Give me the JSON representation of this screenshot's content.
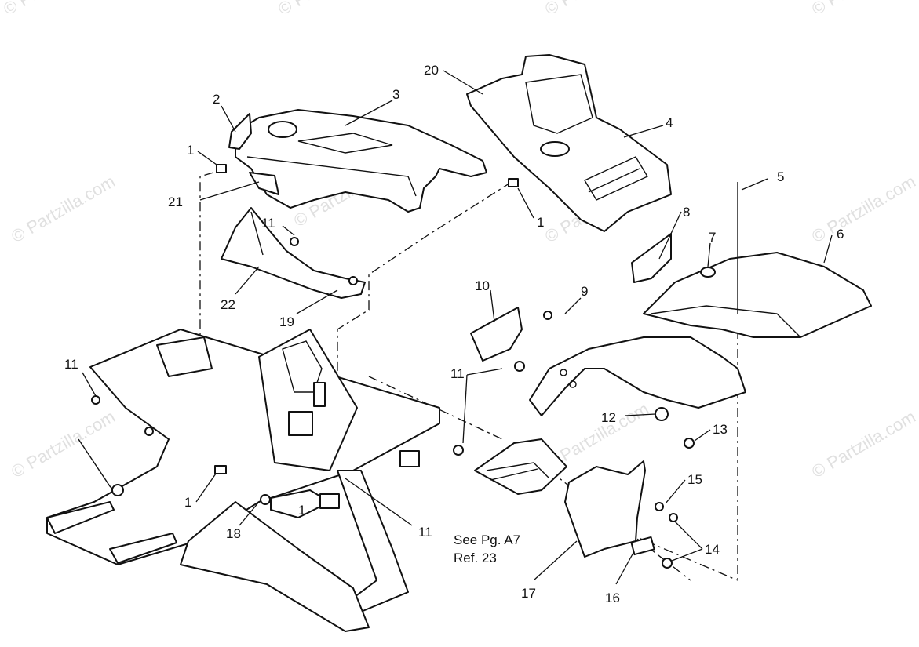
{
  "watermark": "© Partzilla.com",
  "note": {
    "line1": "See Pg. A7",
    "line2": "Ref. 23"
  },
  "callouts": {
    "c1a": "1",
    "c1b": "1",
    "c1c": "1",
    "c1d": "1",
    "c2": "2",
    "c3": "3",
    "c4": "4",
    "c5": "5",
    "c6": "6",
    "c7": "7",
    "c8": "8",
    "c9": "9",
    "c10": "10",
    "c11a": "11",
    "c11b": "11",
    "c11c": "11",
    "c11d": "11",
    "c12": "12",
    "c13": "13",
    "c14": "14",
    "c15": "15",
    "c16": "16",
    "c17": "17",
    "c18": "18",
    "c19": "19",
    "c20": "20",
    "c21": "21",
    "c22": "22"
  }
}
